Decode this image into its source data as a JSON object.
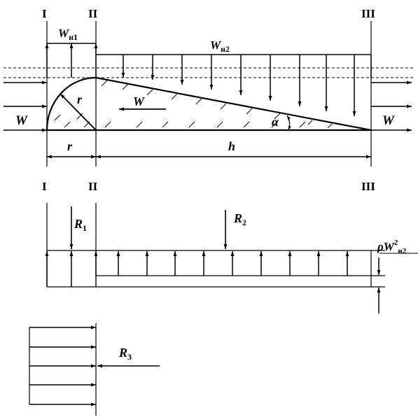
{
  "top": {
    "section_I": "I",
    "section_II": "II",
    "section_III": "III",
    "flow_W_left": "W",
    "flow_W_right": "W",
    "flow_W_internal": "W",
    "radius_r": "r",
    "dim_r": "r",
    "dim_h": "h",
    "angle_alpha": "α",
    "load1_base": "W",
    "load1_sub": "н1",
    "load2_base": "W",
    "load2_sub": "н2"
  },
  "middle": {
    "R1_base": "R",
    "R1_sub": "1",
    "R2_base": "R",
    "R2_sub": "2",
    "rho": "ρ",
    "rho_W": "W",
    "rho_sup": "2",
    "rho_sub": "н2"
  },
  "bottom": {
    "R3_base": "R",
    "R3_sub": "3"
  },
  "colors": {
    "stroke": "#000000",
    "background": "#ffffff"
  }
}
